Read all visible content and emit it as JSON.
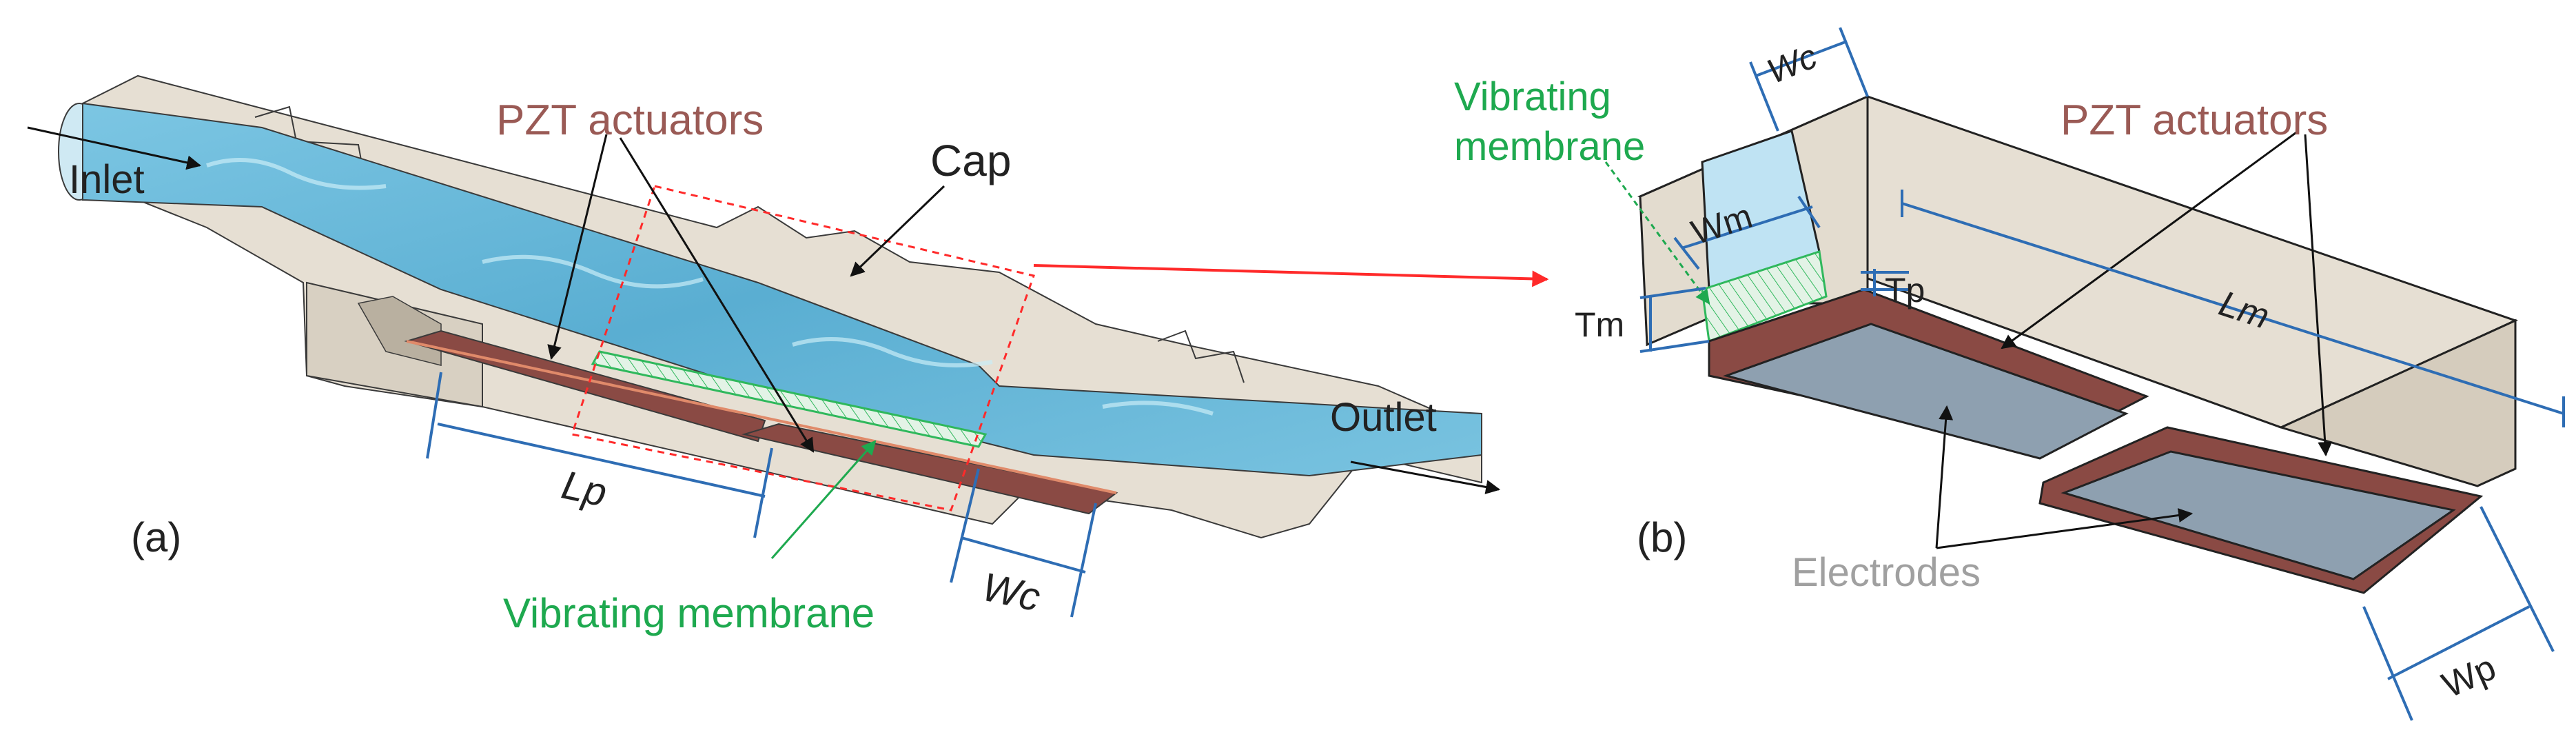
{
  "colors": {
    "housing": "#e6dfd3",
    "housing_dark": "#c9c0b0",
    "housing_edge": "#3a3a3a",
    "fluid": "#5fb4d6",
    "fluid_light": "#a9dcec",
    "pzt": "#8a4a44",
    "pzt_label": "#9a5a55",
    "membrane": "#2fb85c",
    "membrane_label": "#1ea94f",
    "dimension": "#2e6db4",
    "callout": "#ff2a2a",
    "electrode": "#8ea0b0",
    "electrode_label": "#a0a0a0",
    "text": "#222222"
  },
  "panel_a": {
    "panel_label": "(a)",
    "inlet_label": "Inlet",
    "outlet_label": "Outlet",
    "cap_label": "Cap",
    "pzt_label": "PZT actuators",
    "membrane_label": "Vibrating membrane",
    "dim_lp": "Lp",
    "dim_wc": "Wc"
  },
  "panel_b": {
    "panel_label": "(b)",
    "membrane_label_line1": "Vibrating",
    "membrane_label_line2": "membrane",
    "pzt_label": "PZT actuators",
    "electrodes_label": "Electrodes",
    "dim_wc": "Wc",
    "dim_wm": "Wm",
    "dim_tm": "Tm",
    "dim_tp": "Tp",
    "dim_lm": "Lm",
    "dim_wp": "Wp"
  }
}
